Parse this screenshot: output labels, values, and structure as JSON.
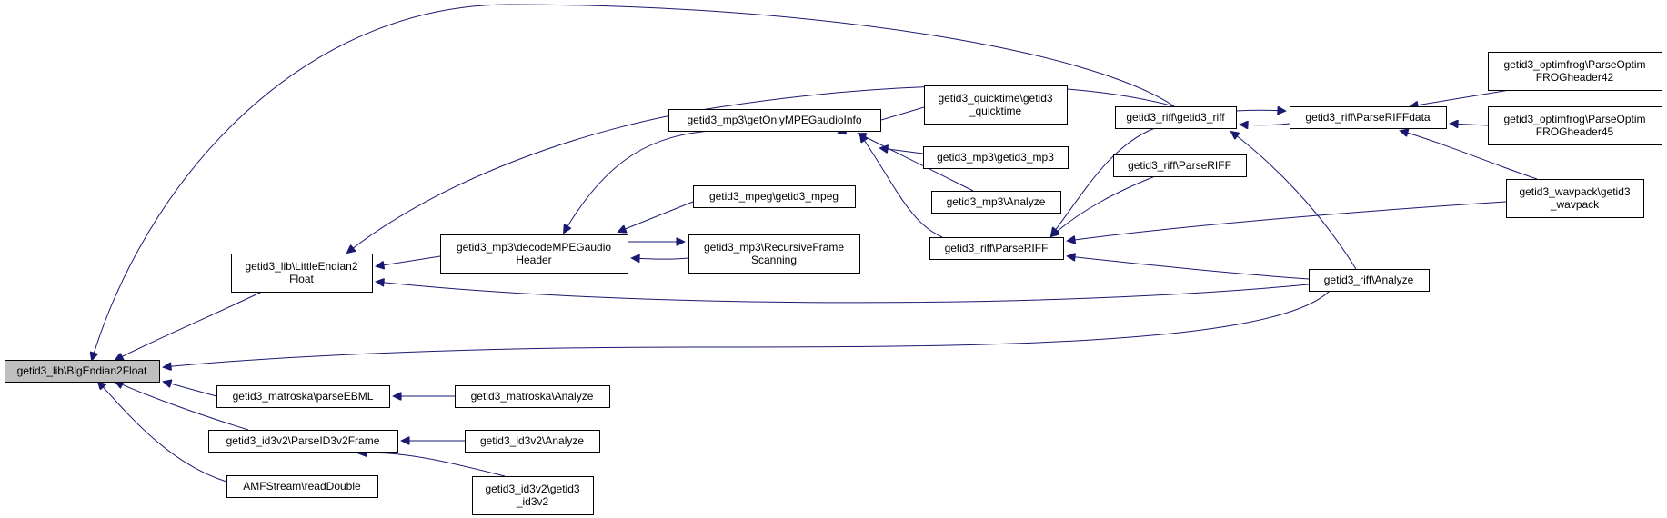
{
  "graph": {
    "nodes": [
      {
        "id": "big_endian",
        "lines": [
          "getid3_lib\\BigEndian2Float"
        ],
        "root": true
      },
      {
        "id": "little_endian",
        "lines": [
          "getid3_lib\\LittleEndian2",
          "Float"
        ]
      },
      {
        "id": "matroska_parse",
        "lines": [
          "getid3_matroska\\parseEBML"
        ]
      },
      {
        "id": "id3v2_parse",
        "lines": [
          "getid3_id3v2\\ParseID3v2Frame"
        ]
      },
      {
        "id": "amf_read",
        "lines": [
          "AMFStream\\readDouble"
        ]
      },
      {
        "id": "mp3_decode",
        "lines": [
          "getid3_mp3\\decodeMPEGaudio",
          "Header"
        ]
      },
      {
        "id": "mp3_getonly",
        "lines": [
          "getid3_mp3\\getOnlyMPEGaudioInfo"
        ]
      },
      {
        "id": "mpeg_mpeg",
        "lines": [
          "getid3_mpeg\\getid3_mpeg"
        ]
      },
      {
        "id": "mp3_recursive",
        "lines": [
          "getid3_mp3\\RecursiveFrame",
          "Scanning"
        ]
      },
      {
        "id": "matroska_analyze",
        "lines": [
          "getid3_matroska\\Analyze"
        ]
      },
      {
        "id": "id3v2_analyze",
        "lines": [
          "getid3_id3v2\\Analyze"
        ]
      },
      {
        "id": "id3v2_getid3",
        "lines": [
          "getid3_id3v2\\getid3",
          "_id3v2"
        ]
      },
      {
        "id": "qt_getid3",
        "lines": [
          "getid3_quicktime\\getid3",
          "_quicktime"
        ]
      },
      {
        "id": "mp3_getid3",
        "lines": [
          "getid3_mp3\\getid3_mp3"
        ]
      },
      {
        "id": "mp3_analyze",
        "lines": [
          "getid3_mp3\\Analyze"
        ]
      },
      {
        "id": "riff_parseriff_main",
        "lines": [
          "getid3_riff\\ParseRIFF"
        ]
      },
      {
        "id": "riff_getid3",
        "lines": [
          "getid3_riff\\getid3_riff"
        ]
      },
      {
        "id": "riff_parseriff_small",
        "lines": [
          "getid3_riff\\ParseRIFF"
        ]
      },
      {
        "id": "riff_parseriffdata",
        "lines": [
          "getid3_riff\\ParseRIFFdata"
        ]
      },
      {
        "id": "riff_analyze",
        "lines": [
          "getid3_riff\\Analyze"
        ]
      },
      {
        "id": "optim42",
        "lines": [
          "getid3_optimfrog\\ParseOptim",
          "FROGheader42"
        ]
      },
      {
        "id": "optim45",
        "lines": [
          "getid3_optimfrog\\ParseOptim",
          "FROGheader45"
        ]
      },
      {
        "id": "wavpack",
        "lines": [
          "getid3_wavpack\\getid3",
          "_wavpack"
        ]
      }
    ],
    "edges": [
      {
        "from": "little_endian",
        "to": "big_endian"
      },
      {
        "from": "matroska_parse",
        "to": "big_endian"
      },
      {
        "from": "id3v2_parse",
        "to": "big_endian"
      },
      {
        "from": "amf_read",
        "to": "big_endian"
      },
      {
        "from": "riff_getid3",
        "to": "big_endian"
      },
      {
        "from": "riff_analyze",
        "to": "big_endian"
      },
      {
        "from": "mp3_decode",
        "to": "little_endian"
      },
      {
        "from": "riff_getid3",
        "to": "little_endian"
      },
      {
        "from": "riff_analyze",
        "to": "little_endian"
      },
      {
        "from": "mp3_getonly",
        "to": "mp3_decode"
      },
      {
        "from": "mpeg_mpeg",
        "to": "mp3_decode"
      },
      {
        "from": "mp3_recursive",
        "to": "mp3_decode"
      },
      {
        "from": "mp3_decode",
        "to": "mp3_recursive"
      },
      {
        "from": "qt_getid3",
        "to": "mp3_getonly"
      },
      {
        "from": "mp3_getid3",
        "to": "mp3_getonly"
      },
      {
        "from": "mp3_analyze",
        "to": "mp3_getonly"
      },
      {
        "from": "riff_parseriff_main",
        "to": "mp3_getonly"
      },
      {
        "from": "matroska_analyze",
        "to": "matroska_parse"
      },
      {
        "from": "id3v2_analyze",
        "to": "id3v2_parse"
      },
      {
        "from": "id3v2_getid3",
        "to": "id3v2_parse"
      },
      {
        "from": "riff_getid3",
        "to": "riff_parseriff_main"
      },
      {
        "from": "riff_parseriff_small",
        "to": "riff_parseriff_main"
      },
      {
        "from": "wavpack",
        "to": "riff_parseriff_main"
      },
      {
        "from": "riff_analyze",
        "to": "riff_parseriff_main"
      },
      {
        "from": "riff_parseriffdata",
        "to": "riff_getid3"
      },
      {
        "from": "riff_getid3",
        "to": "riff_parseriffdata"
      },
      {
        "from": "riff_analyze",
        "to": "riff_getid3"
      },
      {
        "from": "optim42",
        "to": "riff_parseriffdata"
      },
      {
        "from": "optim45",
        "to": "riff_parseriffdata"
      },
      {
        "from": "wavpack",
        "to": "riff_parseriffdata"
      }
    ]
  }
}
